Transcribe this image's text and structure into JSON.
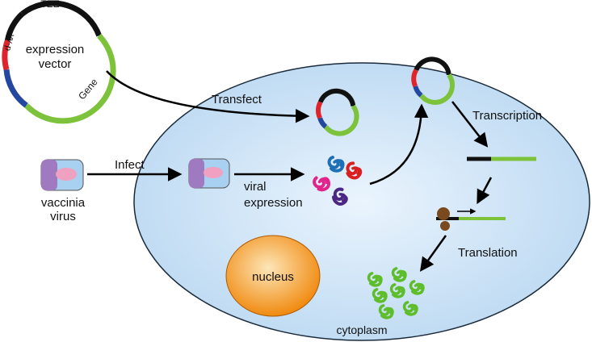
{
  "colors": {
    "cell_fill": "#bcd9f2",
    "cell_center": "#eaf4fd",
    "cell_stroke": "#1a2a3a",
    "vector_black": "#111111",
    "vector_red": "#e0242b",
    "vector_blue": "#2448a0",
    "vector_green": "#7cc23a",
    "nucleus": "#f08a10",
    "nucleus_center": "#fde6b8",
    "protein_green": "#5ebd2a",
    "ribosome": "#7a4a1e",
    "viral_blue": "#1f6fb6",
    "viral_red": "#d92020",
    "viral_magenta": "#e0248c",
    "viral_purple": "#4b2682",
    "virus_purple": "#a07ac0",
    "virus_blue": "#a8d0f0",
    "virus_core": "#f0a0c0"
  },
  "labels": {
    "tee": "TEE",
    "vv_p": "vv-p",
    "gene": "Gene",
    "vector_line1": "expression",
    "vector_line2": "vector",
    "transfect": "Transfect",
    "infect": "Infect",
    "vaccinia_line1": "vaccinia",
    "vaccinia_line2": "virus",
    "viral_expr_line1": "viral",
    "viral_expr_line2": "expression",
    "transcription": "Transcription",
    "translation": "Translation",
    "nucleus": "nucleus",
    "cytoplasm": "cytoplasm"
  }
}
